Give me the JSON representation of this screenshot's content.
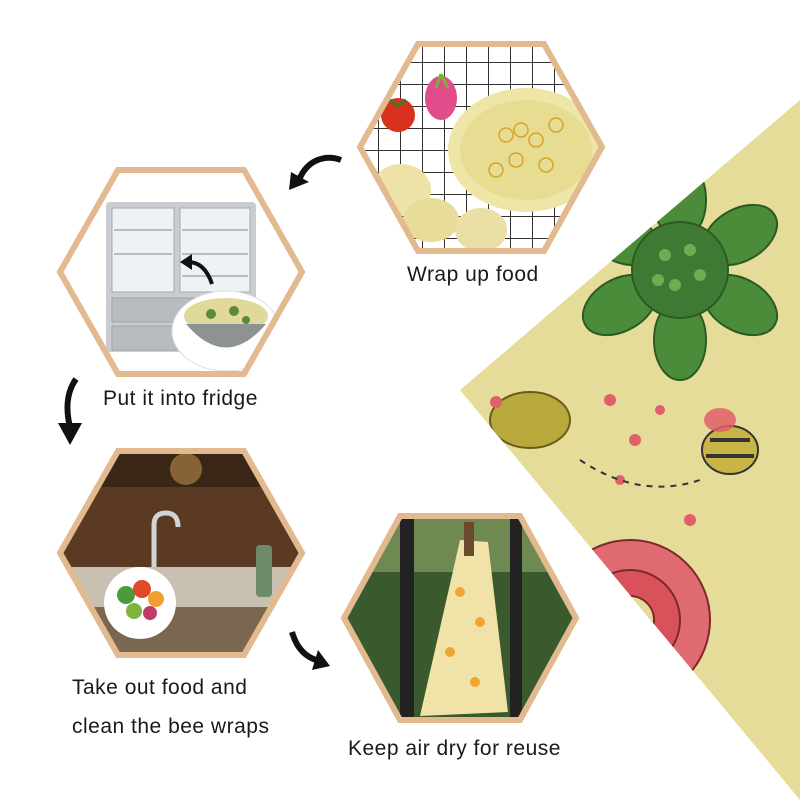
{
  "steps": [
    {
      "id": "wrap",
      "caption": "Wrap up food"
    },
    {
      "id": "fridge",
      "caption": "Put it into fridge"
    },
    {
      "id": "clean",
      "caption_line1": "Take out food and",
      "caption_line2": "clean the bee wraps"
    },
    {
      "id": "dry",
      "caption": "Keep air dry for reuse"
    }
  ],
  "colors": {
    "hex_border": "#e3b98f",
    "wrap_base": "#e6dc9a",
    "flower_green": "#3f7a35",
    "flower_pink": "#e05f6a",
    "bee_yellow": "#c9b545"
  },
  "icons": [
    "curved-arrow-icon"
  ]
}
